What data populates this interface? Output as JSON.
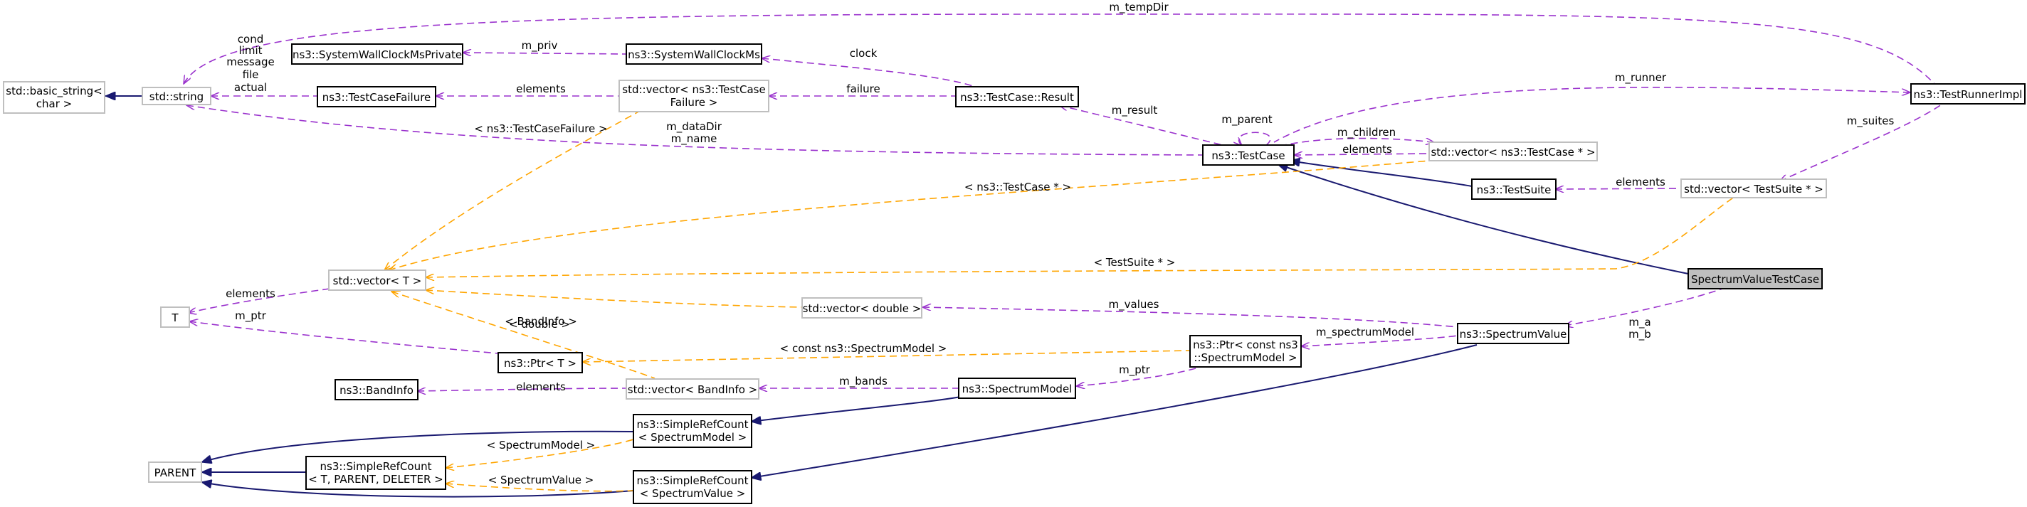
{
  "diagram": {
    "nodes": {
      "SpectrumValueTestCase": "SpectrumValueTestCase",
      "TestCase": "ns3::TestCase",
      "TestCaseResult": "ns3::TestCase::Result",
      "SystemWallClockMs": "ns3::SystemWallClockMs",
      "SystemWallClockMsPrivate": "ns3::SystemWallClockMsPrivate",
      "vecTestCaseFailure": [
        "std::vector< ns3::TestCase",
        "Failure >"
      ],
      "TestCaseFailure": "ns3::TestCaseFailure",
      "stdstring": "std::string",
      "basicString": [
        "std::basic_string<",
        "char >"
      ],
      "TestRunnerImpl": "ns3::TestRunnerImpl",
      "vecTestCasePtr": "std::vector< ns3::TestCase * >",
      "TestSuite": "ns3::TestSuite",
      "vecTestSuitePtr": "std::vector< TestSuite * >",
      "vectorT": "std::vector< T >",
      "T": "T",
      "vecDouble": "std::vector< double >",
      "PtrT": "ns3::Ptr< T >",
      "PtrSpectrumModel": [
        "ns3::Ptr< const ns3",
        "::SpectrumModel >"
      ],
      "SpectrumValue": "ns3::SpectrumValue",
      "BandInfo": "ns3::BandInfo",
      "vecBandInfo": "std::vector< BandInfo >",
      "SpectrumModel": "ns3::SpectrumModel",
      "SRCSpectrumModel": [
        "ns3::SimpleRefCount",
        "< SpectrumModel >"
      ],
      "SRCTemplate": [
        "ns3::SimpleRefCount",
        "< T, PARENT, DELETER >"
      ],
      "SRCSpectrumValue": [
        "ns3::SimpleRefCount",
        "< SpectrumValue >"
      ],
      "PARENT": "PARENT"
    },
    "edge_labels": {
      "m_tempDir": "m_tempDir",
      "m_priv": "m_priv",
      "clock": "clock",
      "string_members": [
        "cond",
        "limit",
        "message",
        "file",
        "actual"
      ],
      "elements_failure": "elements",
      "failure": "failure",
      "m_runner": "m_runner",
      "m_result": "m_result",
      "m_parent": "m_parent",
      "m_suites": "m_suites",
      "tc_failure": "< ns3::TestCaseFailure >",
      "dataDir_name": [
        "m_dataDir",
        "m_name"
      ],
      "m_children": "m_children",
      "elements_tc": "elements",
      "elements_suite": "elements",
      "tc_ptr": "< ns3::TestCase * >",
      "elements_T": "elements",
      "suite_ptr": "< TestSuite * >",
      "m_a_b": [
        "m_a",
        "m_b"
      ],
      "double": "< double >",
      "m_values": "m_values",
      "m_ptr_T": "m_ptr",
      "bandinfo": "< BandInfo >",
      "const_spectrum": "< const ns3::SpectrumModel >",
      "m_spectrumModel": "m_spectrumModel",
      "m_ptr_model": "m_ptr",
      "elements_band": "elements",
      "m_bands": "m_bands",
      "spectrummodel_tpl": "< SpectrumModel >",
      "spectrumvalue_tpl": "< SpectrumValue >"
    }
  }
}
